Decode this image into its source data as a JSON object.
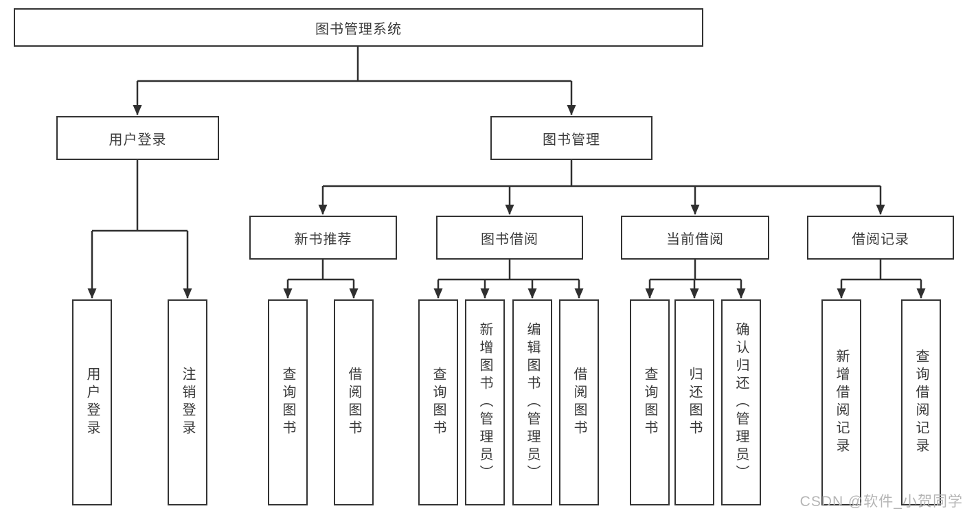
{
  "root": {
    "label": "图书管理系统"
  },
  "level2": [
    {
      "label": "用户登录",
      "parent": "图书管理系统"
    },
    {
      "label": "图书管理",
      "parent": "图书管理系统"
    }
  ],
  "level3": [
    {
      "label": "新书推荐",
      "parent": "图书管理"
    },
    {
      "label": "图书借阅",
      "parent": "图书管理"
    },
    {
      "label": "当前借阅",
      "parent": "图书管理"
    },
    {
      "label": "借阅记录",
      "parent": "图书管理"
    }
  ],
  "level4": [
    {
      "label": "用户登录",
      "parent": "用户登录"
    },
    {
      "label": "注销登录",
      "parent": "用户登录"
    },
    {
      "label": "查询图书",
      "parent": "新书推荐"
    },
    {
      "label": "借阅图书",
      "parent": "新书推荐"
    },
    {
      "label": "查询图书",
      "parent": "图书借阅"
    },
    {
      "label": "新增图书（管理员）",
      "parent": "图书借阅"
    },
    {
      "label": "编辑图书（管理员）",
      "parent": "图书借阅"
    },
    {
      "label": "借阅图书",
      "parent": "图书借阅"
    },
    {
      "label": "查询图书",
      "parent": "当前借阅"
    },
    {
      "label": "归还图书",
      "parent": "当前借阅"
    },
    {
      "label": "确认归还（管理员）",
      "parent": "当前借阅"
    },
    {
      "label": "新增借阅记录",
      "parent": "借阅记录"
    },
    {
      "label": "查询借阅记录",
      "parent": "借阅记录"
    }
  ],
  "watermark": {
    "text": "CSDN @软件_小贺同学"
  },
  "colors": {
    "line": "#2f2f2f",
    "box_border": "#333333",
    "text": "#3a3a3a",
    "watermark": "#b5b5b5",
    "background": "#ffffff"
  }
}
